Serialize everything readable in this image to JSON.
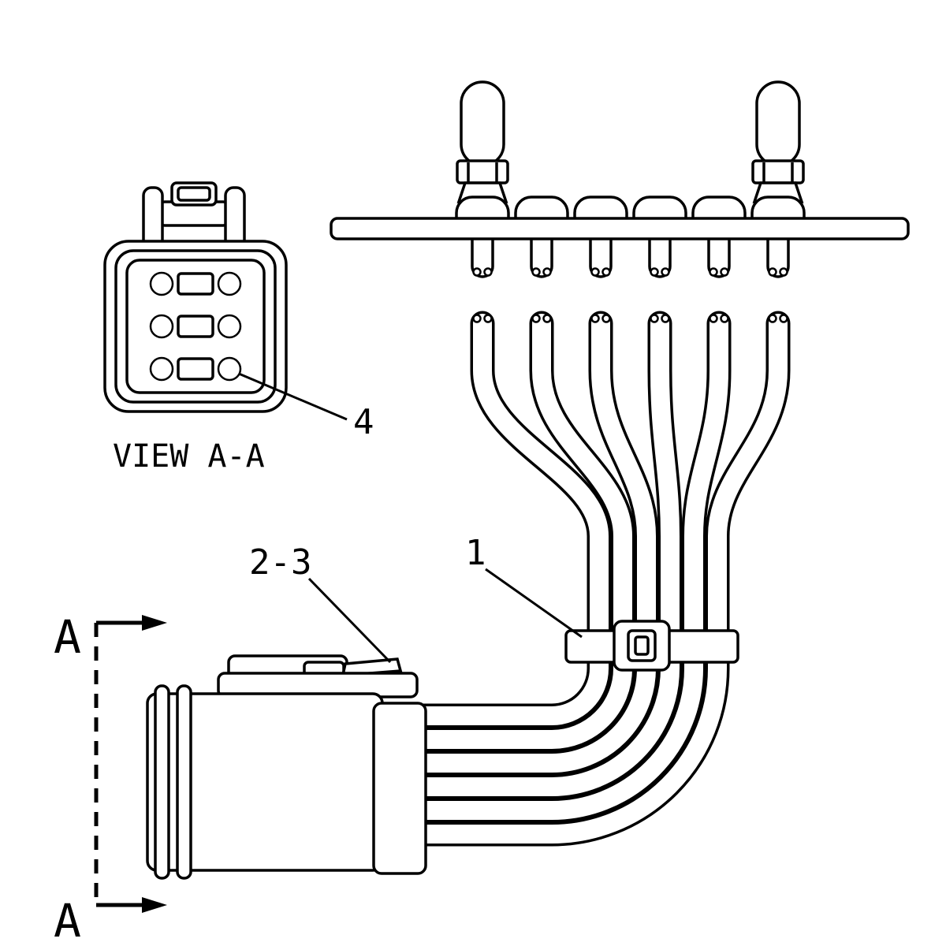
{
  "page": {
    "background_color": "#ffffff",
    "line_color": "#000000"
  },
  "diagram": {
    "view_label": "VIEW A-A",
    "callout_contact": "4",
    "callout_connector": "2-3",
    "callout_cable_tie": "1",
    "section_letter_top": "A",
    "section_letter_bottom": "A"
  }
}
